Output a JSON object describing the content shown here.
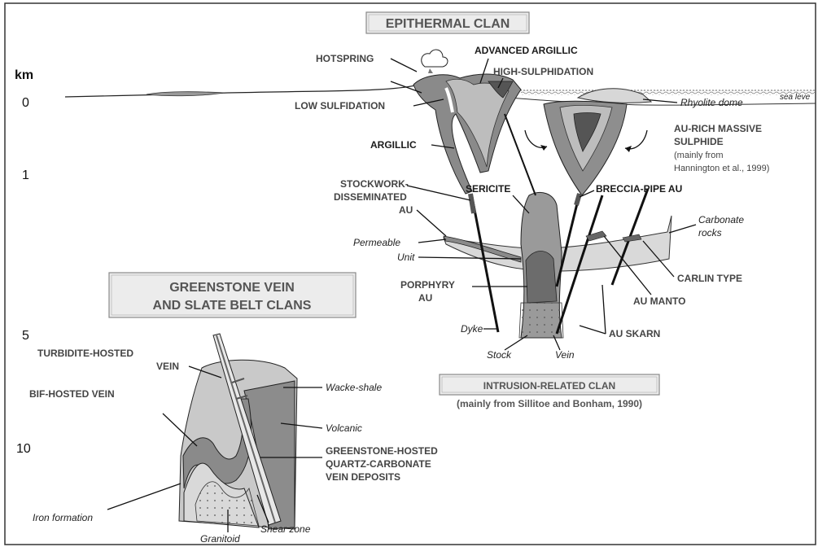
{
  "scale": {
    "unit": "km",
    "ticks": [
      "0",
      "1",
      "5",
      "10"
    ]
  },
  "clans": {
    "epithermal": "EPITHERMAL CLAN",
    "greenstone_line1": "GREENSTONE VEIN",
    "greenstone_line2": "AND SLATE BELT CLANS",
    "intrusion": "INTRUSION-RELATED CLAN",
    "intrusion_source": "(mainly from Sillitoe and Bonham, 1990)"
  },
  "labels": {
    "hotspring": "HOTSPRING",
    "advanced_argillic": "ADVANCED ARGILLIC",
    "high_sulphidation": "HIGH-SULPHIDATION",
    "low_sulfidation": "LOW SULFIDATION",
    "argillic": "ARGILLIC",
    "rhyolite_dome": "Rhyolite dome",
    "sea_level": "sea leve",
    "massive_sulphide_1": "AU-RICH MASSIVE",
    "massive_sulphide_2": "SULPHIDE",
    "massive_sulphide_3": "(mainly from",
    "massive_sulphide_4": "Hannington et al., 1999)",
    "stockwork_1": "STOCKWORK-",
    "stockwork_2": "DISSEMINATED",
    "stockwork_3": "AU",
    "sericite": "SERICITE",
    "breccia_pipe": "BRECCIA-PIPE AU",
    "carbonate_1": "Carbonate",
    "carbonate_2": "rocks",
    "permeable": "Permeable",
    "unit": "Unit",
    "porphyry_1": "PORPHYRY",
    "porphyry_2": "AU",
    "carlin": "CARLIN TYPE",
    "au_manto": "AU MANTO",
    "au_skarn": "AU SKARN",
    "dyke": "Dyke",
    "stock": "Stock",
    "vein": "Vein",
    "turbidite_1": "TURBIDITE-HOSTED",
    "turbidite_2": "VEIN",
    "bif": "BIF-HOSTED VEIN",
    "wacke_shale": "Wacke-shale",
    "volcanic": "Volcanic",
    "greenstone_hosted_1": "GREENSTONE-HOSTED",
    "greenstone_hosted_2": "QUARTZ-CARBONATE",
    "greenstone_hosted_3": "VEIN DEPOSITS",
    "iron_formation": "Iron formation",
    "shear_zone": "Shear zone",
    "granitoid": "Granitoid"
  }
}
